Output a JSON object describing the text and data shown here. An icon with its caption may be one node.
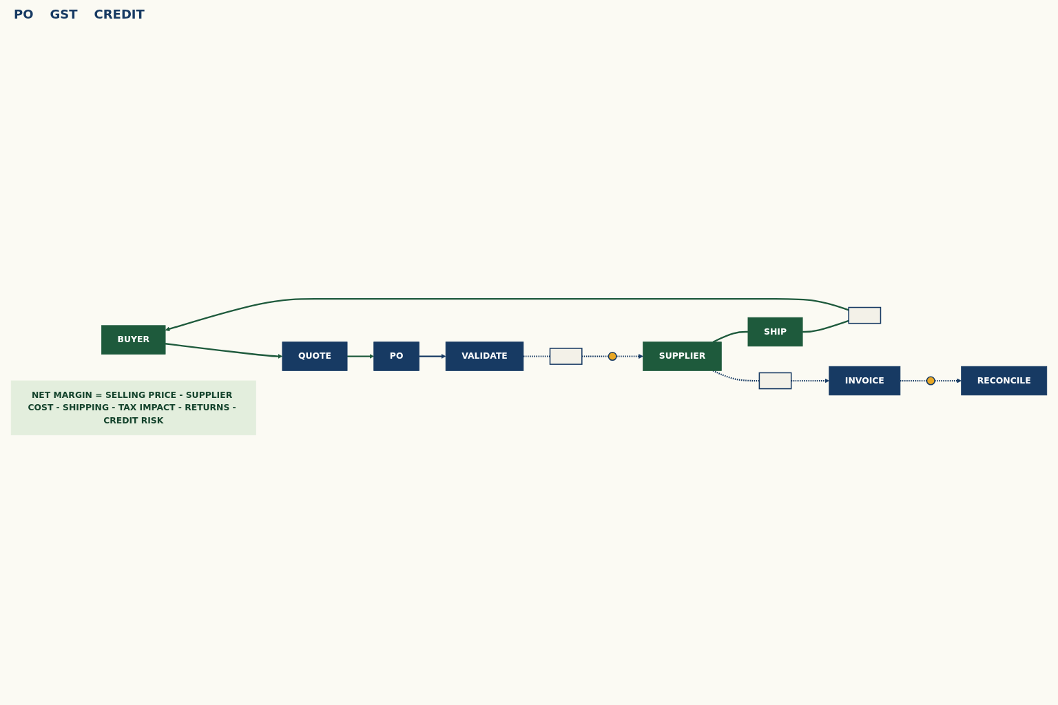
{
  "diagram": {
    "nodes": [
      {
        "text": [
          "BUYER"
        ]
      },
      {
        "text": [
          "QUOTE"
        ]
      },
      {
        "text": [
          "PO"
        ]
      },
      {
        "text": [
          "VALIDATE"
        ]
      },
      {
        "text": [],
        "shape": "box"
      },
      {
        "text": [],
        "shape": "circle"
      },
      {
        "text": [
          "SUPPLIER"
        ]
      },
      {
        "text": [
          "SHIP"
        ]
      },
      {
        "text": [],
        "shape": "box"
      },
      {
        "text": [],
        "shape": "box"
      },
      {
        "text": [
          "INVOICE"
        ]
      },
      {
        "text": [],
        "shape": "circle"
      },
      {
        "text": [
          "RECONCILE"
        ]
      },
      {
        "text": [
          "NET MARGIN = SELLING PRICE - SUPPLIER COST - SHIPPING - TAX IMPACT - RETURNS - CREDIT RISK"
        ]
      }
    ],
    "edges": [
      {
        "from": 0,
        "to": 1,
        "arrow": "to",
        "color": "#1e5a3c"
      },
      {
        "from": 1,
        "to": 2,
        "arrow": "to",
        "color": "#1e5a3c"
      },
      {
        "from": 2,
        "to": 3,
        "arrow": "to"
      },
      {
        "from": 3,
        "to": 4,
        "arrow": "none",
        "style": "dashed"
      },
      {
        "from": 4,
        "to": 5,
        "arrow": "none",
        "style": "dashed"
      },
      {
        "from": 5,
        "to": 6,
        "arrow": "to",
        "style": "dashed"
      },
      {
        "from": 6,
        "to": 7,
        "arrow": "none",
        "color": "#1e5a3c"
      },
      {
        "from": 7,
        "to": 8,
        "arrow": "none",
        "color": "#1e5a3c"
      },
      {
        "from": 8,
        "to": 0,
        "arrow": "to",
        "color": "#1e5a3c"
      },
      {
        "from": 6,
        "to": 9,
        "arrow": "none",
        "style": "dashed"
      },
      {
        "from": 9,
        "to": 10,
        "arrow": "to",
        "style": "dashed"
      },
      {
        "from": 10,
        "to": 11,
        "arrow": "none",
        "style": "dashed"
      },
      {
        "from": 11,
        "to": 12,
        "arrow": "to",
        "style": "dashed"
      }
    ],
    "labels": [
      "PO",
      "GST",
      "CREDIT"
    ]
  }
}
